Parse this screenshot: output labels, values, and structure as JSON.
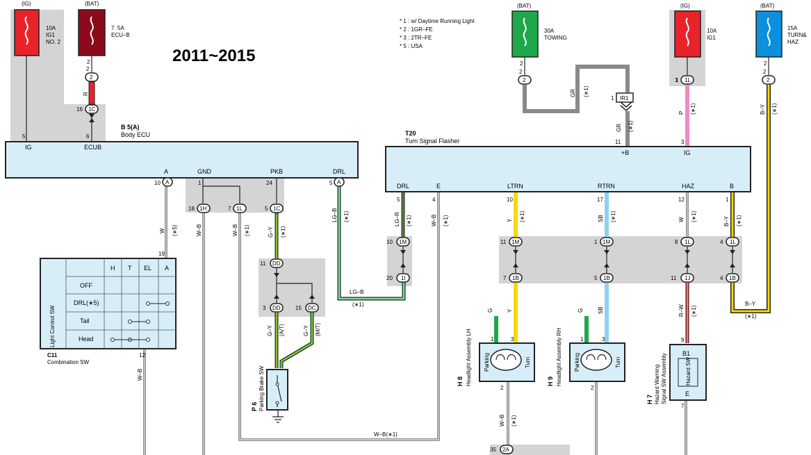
{
  "year_range": "2011~2015",
  "notes": [
    "* 1 : w/ Daytime Running Light",
    "* 2 : 1GR–FE",
    "* 3 : 2TR–FE",
    "* 5 : USA"
  ],
  "fuses": {
    "ig1_no2": {
      "top": "(IG)",
      "label1": "10A",
      "label2": "IG1",
      "label3": "NO. 2",
      "color": "#e8232a"
    },
    "ecu_b": {
      "top": "(BAT)",
      "label1": "7. 5A",
      "label2": "ECU–B",
      "color": "#8b0b1d"
    },
    "towing": {
      "top": "(BAT)",
      "label1": "30A",
      "label2": "TOWING",
      "color": "#1fa84a"
    },
    "ig1": {
      "top": "(IG)",
      "label1": "10A",
      "label2": "IG1",
      "color": "#e8232a"
    },
    "turn_haz": {
      "top": "(BAT)",
      "label1": "15A",
      "label2": "TURN&",
      "label3": "HAZ",
      "color": "#0c8fdc"
    }
  },
  "body_ecu": {
    "id": "B 5(A)",
    "name": "Body ECU",
    "pin_ig": "IG",
    "pin_ecub": "ECUB",
    "pin_a": "A",
    "pin_gnd": "GND",
    "pin_pkb": "PKB",
    "pin_drl": "DRL",
    "num_ig": "5",
    "num_ecub": "6",
    "num_a": "10",
    "num_gnd": "1",
    "num_pkb": "24",
    "num_drl": "5"
  },
  "flasher": {
    "id": "T20",
    "name": "Turn Signal Flasher",
    "pin_drl": "DRL",
    "pin_e": "E",
    "pin_ltrn": "LTRN",
    "pin_rtrn": "RTRN",
    "pin_haz": "HAZ",
    "pin_b": "B",
    "pin_plusb": "+B",
    "pin_ig": "IG",
    "num_drl": "5",
    "num_e": "4",
    "num_ltrn": "10",
    "num_rtrn": "17",
    "num_haz": "12",
    "num_b": "1",
    "num_plusb": "11",
    "num_ig": "3"
  },
  "combo_sw": {
    "id": "C11",
    "name": "Combination SW",
    "side": "Light Control SW",
    "cols": [
      "H",
      "T",
      "EL",
      "A"
    ],
    "rows": [
      "OFF",
      "DRL(∗5)",
      "Tail",
      "Head"
    ],
    "pin_top": "19",
    "pin_bottom": "12"
  },
  "parking_brake": {
    "id": "P 6",
    "name": "Parking Brake SW"
  },
  "headlight_lh": {
    "id": "H 8",
    "name": "Headlight Assembly LH",
    "left": "Parking",
    "right": "Turn",
    "pin1": "1",
    "pin3": "3",
    "pin2": "2"
  },
  "headlight_rh": {
    "id": "H 9",
    "name": "Headlight Assembly RH",
    "left": "Parking",
    "right": "Turn",
    "pin1": "1",
    "pin3": "3",
    "pin2": "2"
  },
  "hazard_sw": {
    "id": "H 7",
    "name1": "Hazard Warning",
    "name2": "Signal SW Assembly",
    "inner": "Hazard SW",
    "pin_b1": "B1",
    "pin_e": "E",
    "num_b1": "9",
    "num_e": "7"
  },
  "connectors": [
    {
      "n": "2",
      "lbl": "2"
    },
    {
      "n": "16",
      "lbl": "1C"
    },
    {
      "n": "10",
      "lbl": "A"
    },
    {
      "n": "18",
      "lbl": "1H"
    },
    {
      "n": "7",
      "lbl": "1L"
    },
    {
      "n": "5",
      "lbl": "1C"
    },
    {
      "n": "5",
      "lbl": "A"
    },
    {
      "n": "11",
      "lbl": "DD"
    },
    {
      "n": "3",
      "lbl": "DD"
    },
    {
      "n": "15",
      "lbl": "DC"
    },
    {
      "n": "10",
      "lbl": "1M"
    },
    {
      "n": "20",
      "lbl": "1I"
    },
    {
      "n": "2",
      "lbl": "2"
    },
    {
      "n": "1",
      "lbl": "IR1"
    },
    {
      "n": "1",
      "lbl": "1L"
    },
    {
      "n": "2",
      "lbl": "2"
    },
    {
      "n": "11",
      "lbl": "1M"
    },
    {
      "n": "7",
      "lbl": "1B"
    },
    {
      "n": "1",
      "lbl": "1M"
    },
    {
      "n": "5",
      "lbl": "1B"
    },
    {
      "n": "8",
      "lbl": "1L"
    },
    {
      "n": "11",
      "lbl": "1J"
    },
    {
      "n": "4",
      "lbl": "1L"
    },
    {
      "n": "4",
      "lbl": "1B"
    },
    {
      "n": "35",
      "lbl": "2A"
    }
  ],
  "wire_labels": {
    "r": "R",
    "w": "W",
    "wb": "W–B",
    "gy": "G–Y",
    "lgb": "LG–B",
    "lgr": "LG–R",
    "y": "Y",
    "sb": "SB",
    "by": "B–Y",
    "gr": "GR",
    "p": "P",
    "g": "G",
    "rw": "R–W",
    "star1": "(∗1)",
    "star5": "(∗5)",
    "at": "(A/T)",
    "mt": "(M/T)",
    "wb_star1": "W–B(∗1)"
  },
  "pin_numbers": {
    "p2a": "2",
    "p2b": "2",
    "p1": "1",
    "p3": "3",
    "p9": "9",
    "p7": "7",
    "p11": "11",
    "p4": "4",
    "p8": "8",
    "p12": "12",
    "p19": "19",
    "p1b": "1",
    "p24": "24"
  },
  "colors": {
    "wire_red": "#e8232a",
    "wire_green": "#1fa84a",
    "wire_yellow": "#f5d90f",
    "wire_lightblue": "#8fd0f2",
    "wire_pink": "#f08cc4",
    "wire_gray": "#8a8a8a",
    "component_fill": "#d7eef8",
    "shade": "#d4d4d4"
  }
}
